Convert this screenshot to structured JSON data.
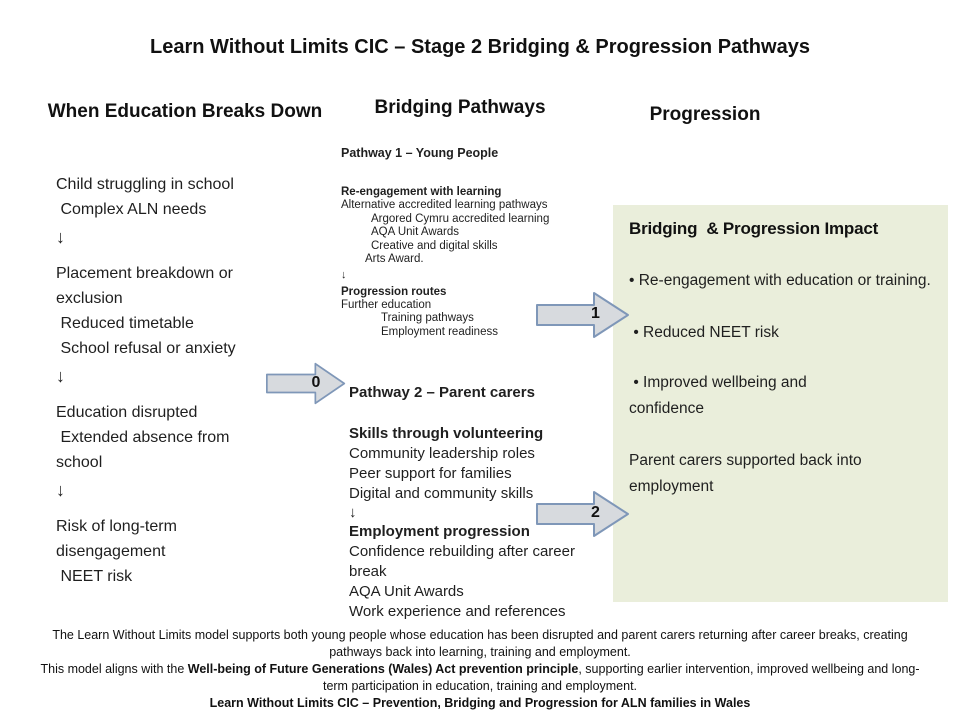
{
  "title": "Learn Without Limits CIC – Stage 2 Bridging & Progression Pathways",
  "colors": {
    "impact_box_bg": "#eaeedb",
    "arrow_fill": "#d7dade",
    "arrow_border": "#7f97b8",
    "text": "#1f1f1f"
  },
  "columns": {
    "left": {
      "heading": "When Education Breaks Down",
      "lines": [
        "Child struggling in school",
        " Complex ALN needs",
        "↓",
        "Placement breakdown or exclusion",
        " Reduced timetable",
        " School refusal or anxiety",
        "↓",
        "Education disrupted",
        " Extended absence from school",
        "↓",
        "Risk of long-term disengagement",
        " NEET risk"
      ]
    },
    "middle": {
      "heading": "Bridging Pathways",
      "pathway1": {
        "title": "Pathway 1 – Young People",
        "sub1": "Re-engagement with learning",
        "line1": "Alternative accredited learning pathways",
        "line2": "Argored Cymru accredited learning",
        "line3": "AQA Unit Awards",
        "line4": "Creative and digital skills",
        "line5": "Arts Award.",
        "arrow": "↓",
        "sub2": "Progression routes",
        "line6": "Further education",
        "line7": "Training pathways",
        "line8": "Employment readiness"
      },
      "pathway2": {
        "title": "Pathway 2 – Parent carers",
        "sub1": "Skills through volunteering",
        "line1": "Community leadership roles",
        "line2": "Peer support for families",
        "line3": "Digital and community skills",
        "arrow": "↓",
        "sub2": "Employment progression",
        "line4": "Confidence rebuilding after career break",
        "line5": "AQA Unit Awards",
        "line6": "Work experience and references"
      }
    },
    "right": {
      "heading": "Progression",
      "impact": {
        "title": "Bridging  & Progression Impact",
        "bullet1": "• Re-engagement with education or training.",
        "bullet2": " • Reduced NEET risk",
        "bullet3": " • Improved wellbeing and confidence",
        "note": "Parent carers supported back into employment"
      }
    }
  },
  "arrows": [
    {
      "label": "0"
    },
    {
      "label": "1"
    },
    {
      "label": "2"
    }
  ],
  "footer": {
    "p1": "The Learn Without Limits model supports both young people whose education has been disrupted and parent carers returning after career breaks, creating pathways back into learning, training and employment.",
    "p2_prefix": "This model aligns with the ",
    "p2_bold": "Well-being of Future Generations (Wales) Act prevention principle",
    "p2_suffix": ", supporting earlier intervention, improved wellbeing and long-term participation in education, training and employment.",
    "p3": "Learn Without Limits CIC – Prevention, Bridging and Progression for ALN families in Wales"
  }
}
